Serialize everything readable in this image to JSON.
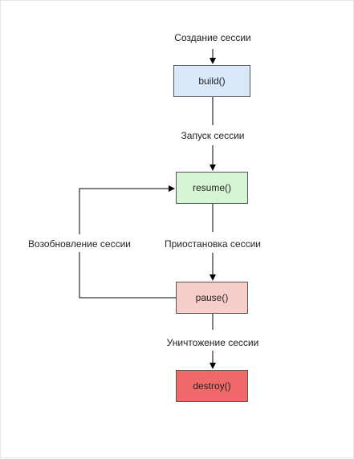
{
  "nodes": {
    "build": {
      "label": "build()",
      "fill": "#dae8fc"
    },
    "resume": {
      "label": "resume()",
      "fill": "#d5f5d5"
    },
    "pause": {
      "label": "pause()",
      "fill": "#f8cecc"
    },
    "destroy": {
      "label": "destroy()",
      "fill": "#f06a6a"
    }
  },
  "edges": {
    "create": "Создание сессии",
    "start": "Запуск сессии",
    "suspend": "Приостановка сессии",
    "restore": "Возобновление сессии",
    "destroy": "Уничтожение сессии"
  },
  "colors": {
    "line": "#000000",
    "border": "#555555"
  }
}
